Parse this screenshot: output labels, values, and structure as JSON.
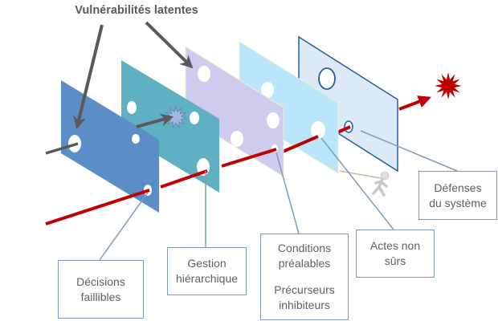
{
  "title": "Vulnérabilités latentes",
  "colors": {
    "panel_decisions": "#5b8ec6",
    "panel_gestion": "#5fb0c3",
    "panel_conditions": "#cfcbee",
    "panel_actes": "#b9e6fb",
    "panel_defenses": "#dde9f6",
    "panel_defenses_border": "#1f5fa0",
    "accident_trajectory": "#c00000",
    "explosion": "#c00000",
    "latent_arrow": "#595959",
    "leader_line": "#7f9bb8",
    "minor_burst": "#9dbbe0"
  },
  "labels": {
    "decisions": [
      "Décisions",
      "faillibles"
    ],
    "gestion": [
      "Gestion",
      "hiérarchique"
    ],
    "conditions": [
      "Conditions",
      "préalables"
    ],
    "precurseurs": [
      "Précurseurs",
      "inhibiteurs"
    ],
    "actes": [
      "Actes non",
      "sûrs"
    ],
    "defenses": [
      "Défenses",
      "du système"
    ]
  },
  "icons": {
    "explosion": "explosion-icon",
    "minor_burst": "burst-icon",
    "figure": "stick-figure-pulling-rope-icon"
  }
}
